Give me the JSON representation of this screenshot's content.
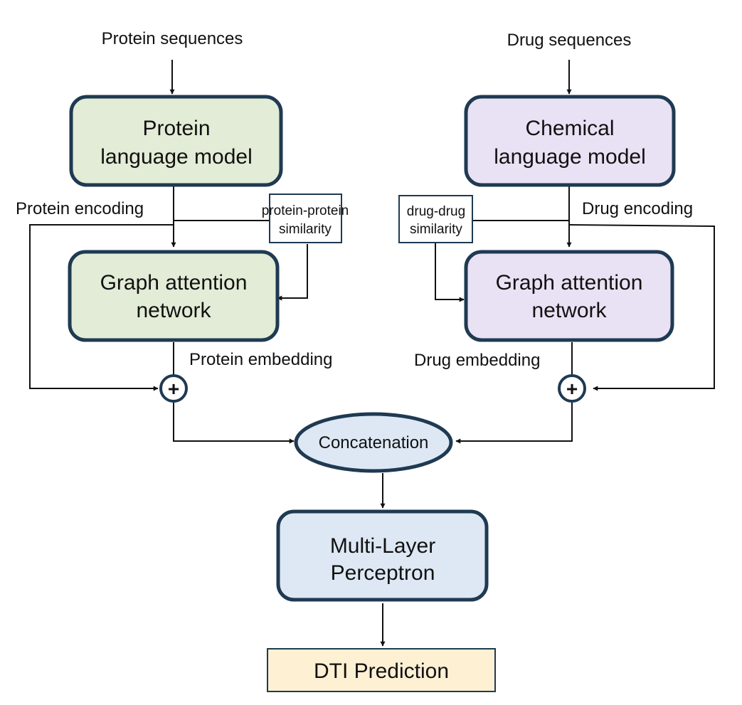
{
  "inputs": {
    "protein": "Protein sequences",
    "drug": "Drug sequences"
  },
  "boxes": {
    "protein_lm": {
      "line1": "Protein",
      "line2": "language model"
    },
    "chemical_lm": {
      "line1": "Chemical",
      "line2": "language model"
    },
    "protein_gat": {
      "line1": "Graph attention",
      "line2": "network"
    },
    "drug_gat": {
      "line1": "Graph attention",
      "line2": "network"
    },
    "mlp": {
      "line1": "Multi-Layer",
      "line2": "Perceptron"
    },
    "output": "DTI Prediction"
  },
  "similarity": {
    "protein": {
      "line1": "protein-protein",
      "line2": "similarity"
    },
    "drug": {
      "line1": "drug-drug",
      "line2": "similarity"
    }
  },
  "edge_labels": {
    "protein_encoding": "Protein encoding",
    "drug_encoding": "Drug encoding",
    "protein_embedding": "Protein embedding",
    "drug_embedding": "Drug embedding"
  },
  "operators": {
    "add": "+",
    "concat": "Concatenation"
  },
  "colors": {
    "green_fill": "#e2ecd6",
    "purple_fill": "#e9e1f4",
    "blue_fill": "#dde8f4",
    "output_fill": "#fdf0d3",
    "border": "#1f3a52",
    "line": "#111111"
  }
}
